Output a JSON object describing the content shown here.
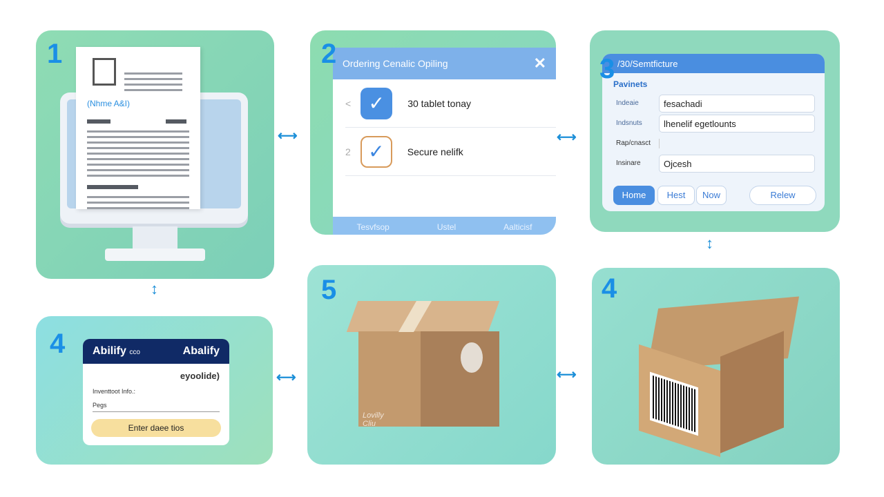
{
  "steps": {
    "s1": {
      "number": "1",
      "doc_label": "(Nhme A&I)"
    },
    "s2": {
      "number": "2",
      "title": "Ordering Cenalic Opiling",
      "close": "✕",
      "items": [
        {
          "index": "<",
          "label": "30 tablet tonay"
        },
        {
          "index": "2",
          "label": "Secure nelifk"
        }
      ],
      "footer_tabs": [
        "Tesvfsop",
        "Ustel",
        "Aalticisf"
      ]
    },
    "s3": {
      "number": "3",
      "header": "/30/Semtficture",
      "section": "Pavinets",
      "fields": [
        {
          "label": "Indeaie",
          "value": "fesachadi"
        },
        {
          "label": "Indsnuts",
          "value": "lhenelif egetlounts"
        },
        {
          "label": "Rap/cnasct",
          "value": ""
        },
        {
          "label": "Insinare",
          "value": "Ojcesh"
        }
      ],
      "buttons": {
        "home": "Home",
        "host": "Hest",
        "now": "Now",
        "relew": "Relew"
      }
    },
    "s4a": {
      "number": "4",
      "brand_left": "Abilify",
      "brand_sub": "cco",
      "brand_right": "Abalify",
      "code": "eyoolide)",
      "info_label": "Inventtoot Info.:",
      "field_label": "Pegs",
      "button": "Enter daee tios"
    },
    "s5": {
      "number": "5",
      "signature": "Lovilly Cliu"
    },
    "s4b": {
      "number": "4"
    }
  },
  "colors": {
    "accent": "#1a8fe6",
    "navy": "#102a66",
    "button_yellow": "#f7df9e"
  }
}
